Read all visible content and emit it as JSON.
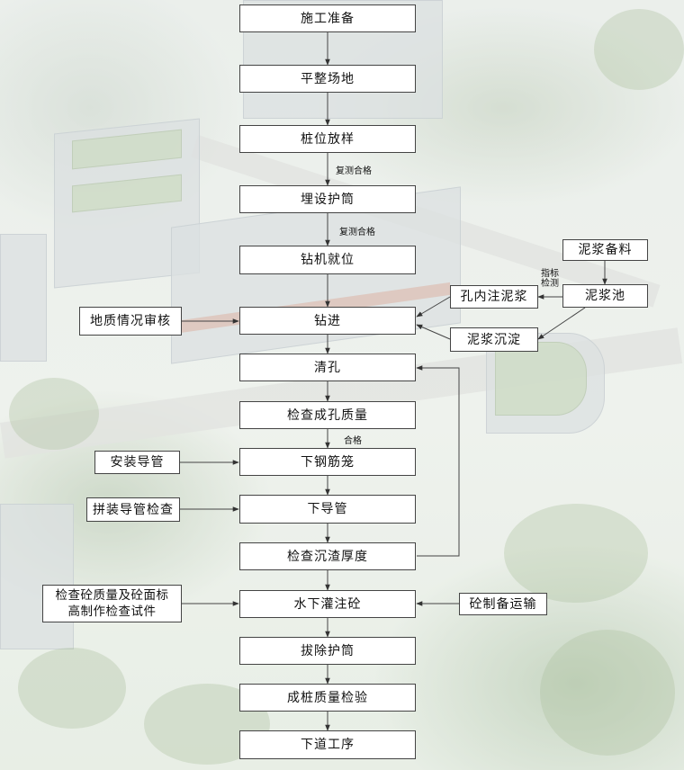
{
  "flowchart": {
    "main_steps": [
      "施工准备",
      "平整场地",
      "桩位放样",
      "埋设护筒",
      "钻机就位",
      "钻进",
      "清孔",
      "检查成孔质量",
      "下钢筋笼",
      "下导管",
      "检查沉渣厚度",
      "水下灌注砼",
      "拔除护筒",
      "成桩质量检验",
      "下道工序"
    ],
    "left_inputs": {
      "geology_review": "地质情况审核",
      "install_conduit": "安装导管",
      "conduit_assembly_check": "拼装导管检查",
      "concrete_quality_check": "检查砼质量及砼面标\n高制作检查试件"
    },
    "right_inputs": {
      "mud_material": "泥浆备料",
      "mud_pool": "泥浆池",
      "mud_injection": "孔内注泥浆",
      "mud_settling": "泥浆沉淀",
      "concrete_transport": "砼制备运输"
    },
    "labels": {
      "recheck_pass_1": "复测合格",
      "recheck_pass_2": "复测合格",
      "pass": "合格",
      "indicator_test": "指标\n检测"
    }
  }
}
